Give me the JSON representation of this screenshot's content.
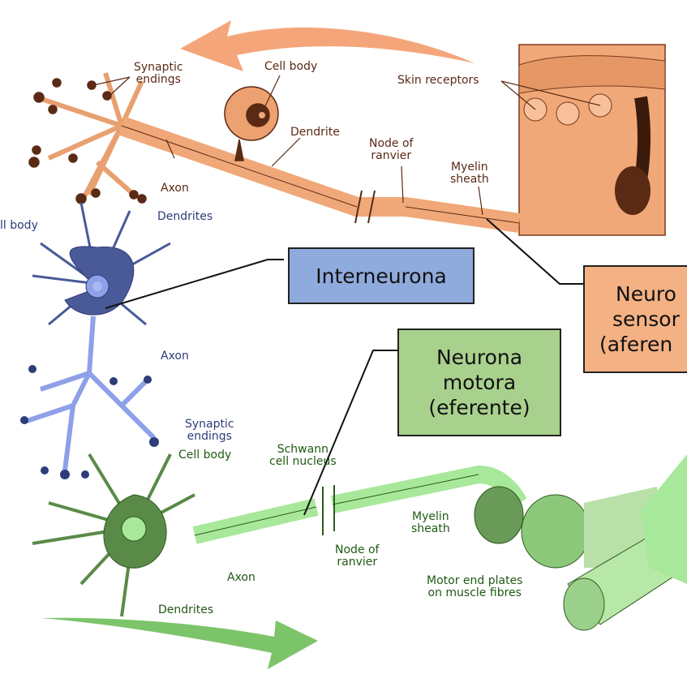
{
  "sensory": {
    "labels": {
      "synaptic_endings": "Synaptic\nendings",
      "cell_body": "Cell body",
      "dendrite": "Dendrite",
      "axon": "Axon",
      "node_of_ranvier": "Node of\nranvier",
      "myelin_sheath": "Myelin\nsheath",
      "skin_receptors": "Skin receptors"
    },
    "box": {
      "line1": "Neuro",
      "line2": "sensor",
      "line3": "(aferen"
    },
    "color": "#f4b183"
  },
  "interneuron": {
    "labels": {
      "cell_body": "ll body",
      "dendrites": "Dendrites",
      "axon": "Axon",
      "synaptic_endings": "Synaptic\nendings"
    },
    "box": {
      "label": "Interneurona"
    },
    "color": "#8faadc"
  },
  "motor": {
    "labels": {
      "cell_body": "Cell body",
      "schwann_cell_nucleus": "Schwann\ncell nucleus",
      "axon": "Axon",
      "node_of_ranvier": "Node of\nranvier",
      "myelin_sheath": "Myelin\nsheath",
      "motor_end_plates": "Motor end plates\non muscle fibres",
      "dendrites": "Dendrites"
    },
    "box": {
      "line1": "Neurona",
      "line2": "motora",
      "line3": "(eferente)"
    },
    "color": "#a9d18e"
  }
}
